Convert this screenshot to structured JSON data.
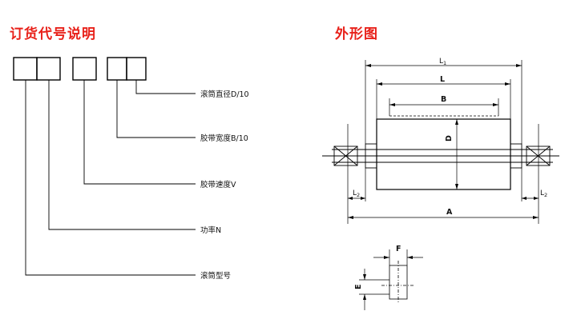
{
  "headings": {
    "order_code": "订货代号说明",
    "outline": "外形图"
  },
  "colors": {
    "heading": "#e8211a",
    "line": "#000000"
  },
  "order_code_labels": [
    "滚筒直径D/10",
    "胶带宽度B/10",
    "胶带速度V",
    "功率N",
    "滚筒型号"
  ],
  "outline_dimensions": {
    "L1": "L",
    "L1_sub": "1",
    "L": "L",
    "B": "B",
    "D": "D",
    "A": "A",
    "L2_left": "L",
    "L2_left_sub": "2",
    "L2_right": "L",
    "L2_right_sub": "2",
    "F": "F",
    "E": "E"
  }
}
